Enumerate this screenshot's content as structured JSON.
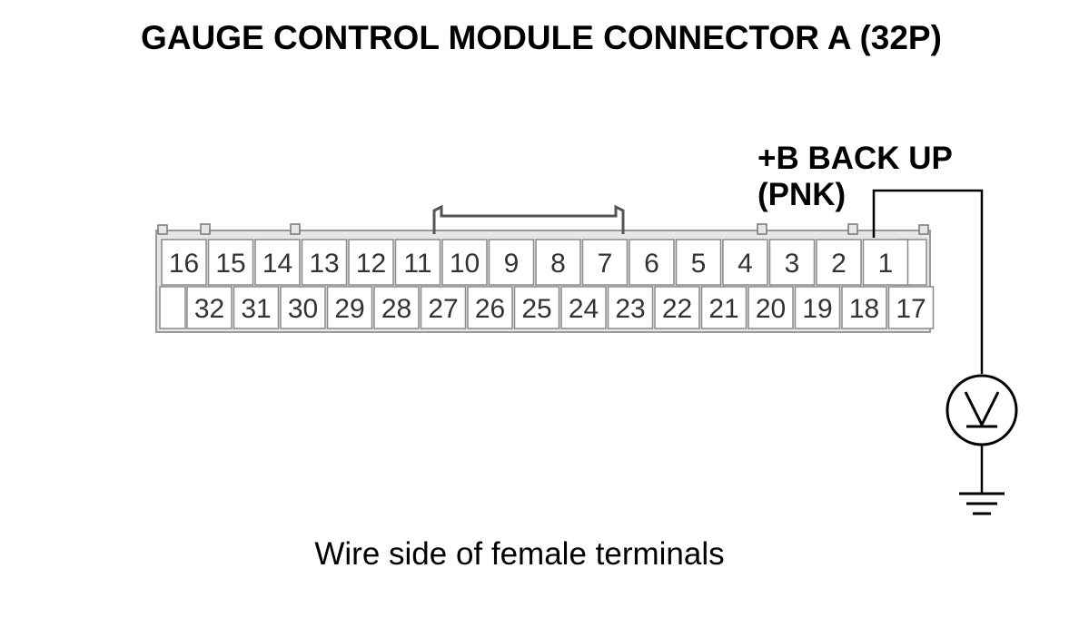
{
  "title": "GAUGE CONTROL MODULE CONNECTOR A (32P)",
  "connector": {
    "top_row": [
      "16",
      "15",
      "14",
      "13",
      "12",
      "11",
      "10",
      "9",
      "8",
      "7",
      "6",
      "5",
      "4",
      "3",
      "2",
      "1"
    ],
    "bottom_row": [
      "32",
      "31",
      "30",
      "29",
      "28",
      "27",
      "26",
      "25",
      "24",
      "23",
      "22",
      "21",
      "20",
      "19",
      "18",
      "17"
    ]
  },
  "probe": {
    "terminal": "1",
    "label_line1": "+B BACK UP",
    "label_line2": "(PNK)",
    "meter_icon": "voltmeter-icon",
    "ground_icon": "ground-icon"
  },
  "caption": "Wire side of female terminals",
  "colors": {
    "line": "#000000",
    "cell_border": "#8a8a8a",
    "connector_fill": "#e6e6e6",
    "pin_text": "#333333"
  }
}
